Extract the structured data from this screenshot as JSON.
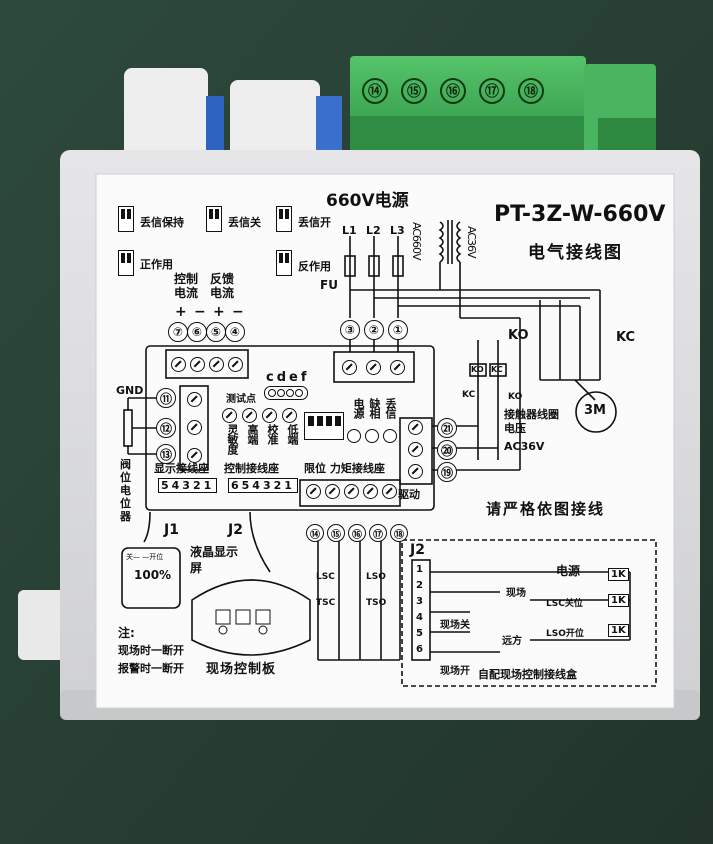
{
  "model": "PT-3Z-W-660V",
  "subtitle": "电气接线图",
  "power_title": "660V电源",
  "phases": [
    "L1",
    "L2",
    "L3"
  ],
  "fuse_label": "FU",
  "transformer_primary": "AC660V",
  "transformer_secondary": "AC36V",
  "top_terminals": [
    "⑭",
    "⑮",
    "⑯",
    "⑰",
    "⑱"
  ],
  "dip_labels": {
    "loss_hold": "丢信保持",
    "loss_off": "丢信关",
    "loss_on": "丢信开",
    "normal": "正作用",
    "reverse": "反作用"
  },
  "signal_headers": {
    "control": "控制电流",
    "feedback": "反馈电流",
    "polarity": [
      "+",
      "−",
      "+",
      "−"
    ],
    "terminals": [
      "⑦",
      "⑥",
      "⑤",
      "④"
    ]
  },
  "power_terminals": [
    "③",
    "②",
    "①"
  ],
  "pot": {
    "gnd": "GND",
    "terminals": [
      "⑪",
      "⑫",
      "⑬"
    ],
    "label": "阀位电位器"
  },
  "test_point": {
    "label": "测试点",
    "letters": "cdef"
  },
  "adjust": [
    "灵敏度",
    "高端",
    "校准",
    "低端"
  ],
  "status_lamps": [
    "电源",
    "缺相",
    "丢信"
  ],
  "drive": {
    "terminals": [
      "㉑",
      "⑳",
      "⑲"
    ],
    "label": "驱动"
  },
  "contactor": {
    "ko": "KO",
    "kc": "KC",
    "coil_label": "接触器线圈电压",
    "coil_voltage": "AC36V",
    "motor": "3M"
  },
  "connectors": {
    "display": "显示接线座",
    "display_pins": "54321",
    "control": "控制接线座",
    "control_pins": "654321",
    "limit": "限位 力矩接线座",
    "limit_terminals": [
      "⑭",
      "⑮",
      "⑯",
      "⑰",
      "⑱"
    ]
  },
  "instruction": "请严格依图接线",
  "j1": "J1",
  "j2": "J2",
  "lcd": {
    "label": "液晶显示屏",
    "top": "关— —开位",
    "percent": "100%"
  },
  "limit_switches": [
    "LSC",
    "TSC",
    "LSO",
    "TSO"
  ],
  "control_board": "现场控制板",
  "notes": {
    "title": "注:",
    "line1": "现场时一断开",
    "line2": "报警时一断开"
  },
  "j2_box": {
    "title": "J2",
    "pins": [
      "1",
      "2",
      "3",
      "4",
      "5",
      "6"
    ],
    "local": "现场",
    "remote": "远方",
    "local_close": "现场关",
    "local_open": "现场开",
    "power": "电源",
    "lsc_pos": "LSC关位",
    "lso_pos": "LSO开位",
    "k": "1K",
    "footer": "自配现场控制接线盒"
  }
}
